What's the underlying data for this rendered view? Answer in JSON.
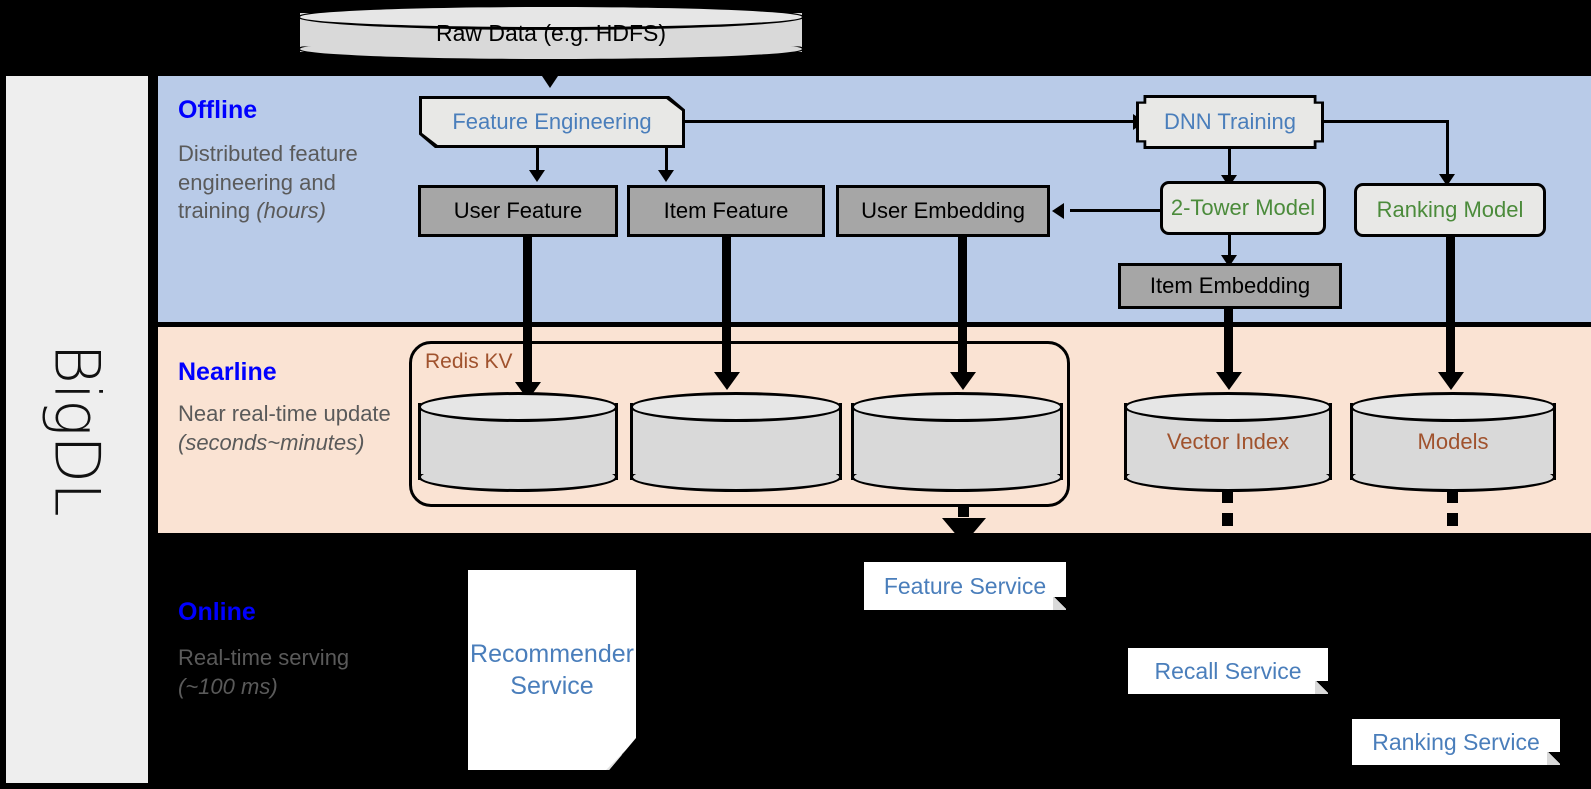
{
  "sidebar": {
    "label": "BigDL"
  },
  "stages": {
    "offline": {
      "title": "Offline",
      "desc_line1": "Distributed feature engineering and training ",
      "desc_italic": "(hours)"
    },
    "nearline": {
      "title": "Nearline",
      "desc_line1": "Near real-time update",
      "desc_italic": "(seconds~minutes)"
    },
    "online": {
      "title": "Online",
      "desc_line1": "Real-time serving",
      "desc_italic": "(~100 ms)"
    }
  },
  "nodes": {
    "raw_data": "Raw Data (e.g. HDFS)",
    "feature_engineering": "Feature Engineering",
    "dnn_training": "DNN Training",
    "user_feature": "User Feature",
    "item_feature": "Item Feature",
    "user_embedding": "User Embedding",
    "two_tower_model": "2-Tower Model",
    "ranking_model": "Ranking Model",
    "item_embedding": "Item Embedding",
    "redis_kv": "Redis KV",
    "vector_index": "Vector Index",
    "models": "Models",
    "recommender_service_l1": "Recommender",
    "recommender_service_l2": "Service",
    "feature_service": "Feature Service",
    "recall_service": "Recall Service",
    "ranking_service": "Ranking Service"
  },
  "colors": {
    "offline_band": "#b9cbe8",
    "nearline_band": "#fae3d3",
    "online_band": "#000000",
    "stage_title": "#0000ff",
    "stage_desc": "#5a5a5a",
    "accent_blue_text": "#4a7ebb",
    "accent_green_text": "#4b8b3b",
    "accent_brown_text": "#a0522d",
    "gray_box": "#a6a6a6",
    "light_box": "#e8e8e6",
    "sidebar_bg": "#eeeeee"
  }
}
